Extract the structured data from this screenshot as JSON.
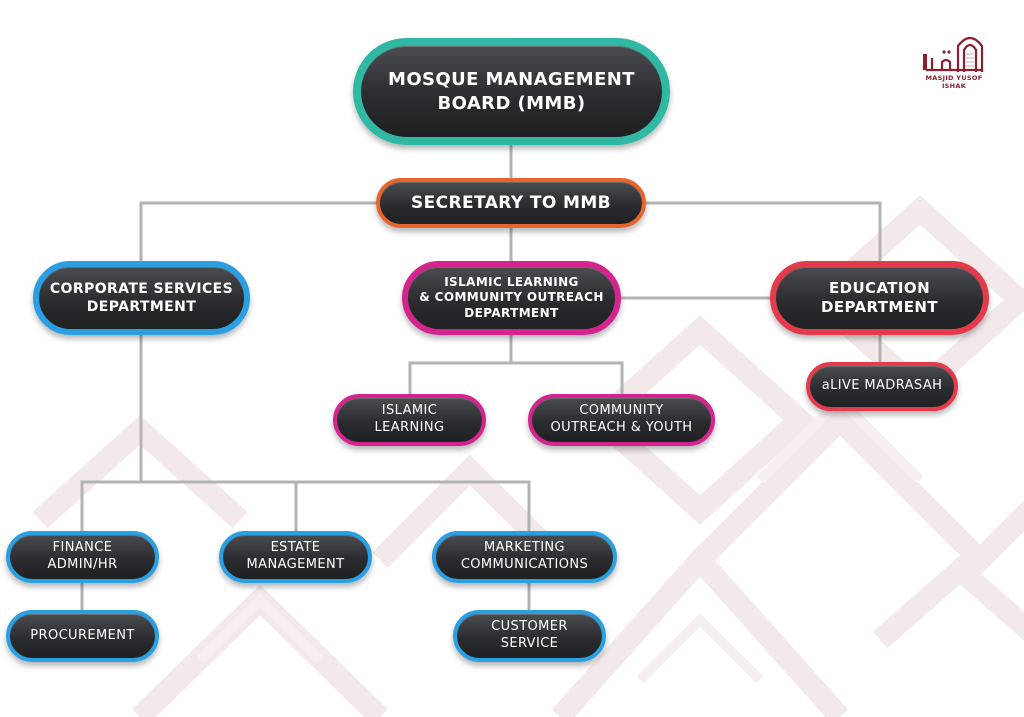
{
  "logo": {
    "arabic_text": "بوسف اسحاق",
    "caption": "MASJID YUSOF ISHAK",
    "color": "#8b1f2e"
  },
  "colors": {
    "line": "#b3b3b3",
    "node_fill": "#2b2c2f",
    "teal": "#2fb9a4",
    "orange": "#e7642e",
    "blue": "#2a9fe1",
    "magenta": "#d4258f",
    "red": "#e33a4c"
  },
  "nodes": {
    "mmb": "MOSQUE MANAGEMENT\nBOARD (MMB)",
    "secretary": "SECRETARY TO MMB",
    "corporate": "CORPORATE SERVICES\nDEPARTMENT",
    "islamic_dept": "ISLAMIC LEARNING\n& COMMUNITY OUTREACH\nDEPARTMENT",
    "education": "EDUCATION\nDEPARTMENT",
    "alive_madrasah": "aLIVE MADRASAH",
    "islamic_learning": "ISLAMIC\nLEARNING",
    "community_outreach": "COMMUNITY\nOUTREACH & YOUTH",
    "finance": "FINANCE\nADMIN/HR",
    "estate": "ESTATE\nMANAGEMENT",
    "marketing": "MARKETING\nCOMMUNICATIONS",
    "procurement": "PROCUREMENT",
    "customer_service": "CUSTOMER\nSERVICE"
  },
  "edges": [
    [
      "mmb",
      "secretary"
    ],
    [
      "secretary",
      "corporate"
    ],
    [
      "secretary",
      "islamic_dept"
    ],
    [
      "secretary",
      "education"
    ],
    [
      "islamic_dept",
      "education"
    ],
    [
      "education",
      "alive_madrasah"
    ],
    [
      "islamic_dept",
      "islamic_learning"
    ],
    [
      "islamic_dept",
      "community_outreach"
    ],
    [
      "corporate",
      "finance"
    ],
    [
      "corporate",
      "estate"
    ],
    [
      "corporate",
      "marketing"
    ],
    [
      "finance",
      "procurement"
    ],
    [
      "marketing",
      "customer_service"
    ]
  ]
}
